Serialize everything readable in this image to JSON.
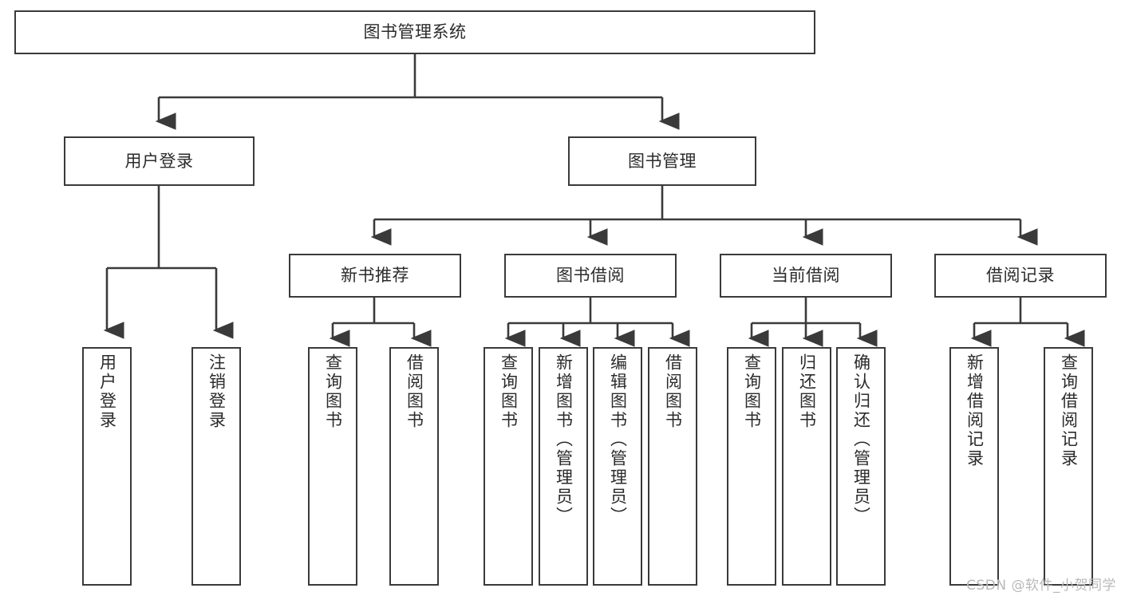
{
  "diagram": {
    "title": "图书管理系统",
    "type": "tree-hierarchy",
    "orientation": "top-down",
    "stroke_color": "#3a3a3a",
    "fill_color": "#ffffff",
    "text_color": "#2b2b2b"
  },
  "watermark": {
    "text": "CSDN @软件_小贺同学",
    "color": "#b9b9b9"
  },
  "nodes": {
    "root": {
      "label": "图书管理系统",
      "level": 1
    },
    "l2": [
      {
        "id": "user-login",
        "label": "用户登录",
        "level": 2
      },
      {
        "id": "book-management",
        "label": "图书管理",
        "level": 2
      }
    ],
    "l3": [
      {
        "id": "new-book-recommend",
        "label": "新书推荐",
        "level": 3
      },
      {
        "id": "book-borrow",
        "label": "图书借阅",
        "level": 3
      },
      {
        "id": "current-borrow",
        "label": "当前借阅",
        "level": 3
      },
      {
        "id": "borrow-record",
        "label": "借阅记录",
        "level": 3
      }
    ],
    "leaves": [
      {
        "id": "leaf-user-login",
        "label": "用户登录",
        "parent": "user-login"
      },
      {
        "id": "leaf-logout-login",
        "label": "注销登录",
        "parent": "user-login"
      },
      {
        "id": "leaf-query-book-1",
        "label": "查询图书",
        "parent": "new-book-recommend"
      },
      {
        "id": "leaf-borrow-book-1",
        "label": "借阅图书",
        "parent": "new-book-recommend"
      },
      {
        "id": "leaf-query-book-2",
        "label": "查询图书",
        "parent": "book-borrow"
      },
      {
        "id": "leaf-add-book",
        "label": "新增图书（管理员）",
        "parent": "book-borrow"
      },
      {
        "id": "leaf-edit-book",
        "label": "编辑图书（管理员）",
        "parent": "book-borrow"
      },
      {
        "id": "leaf-borrow-book-2",
        "label": "借阅图书",
        "parent": "book-borrow"
      },
      {
        "id": "leaf-query-book-3",
        "label": "查询图书",
        "parent": "current-borrow"
      },
      {
        "id": "leaf-return-book",
        "label": "归还图书",
        "parent": "current-borrow"
      },
      {
        "id": "leaf-confirm-return",
        "label": "确认归还（管理员）",
        "parent": "current-borrow"
      },
      {
        "id": "leaf-add-record",
        "label": "新增借阅记录",
        "parent": "borrow-record"
      },
      {
        "id": "leaf-query-record",
        "label": "查询借阅记录",
        "parent": "borrow-record"
      }
    ]
  }
}
